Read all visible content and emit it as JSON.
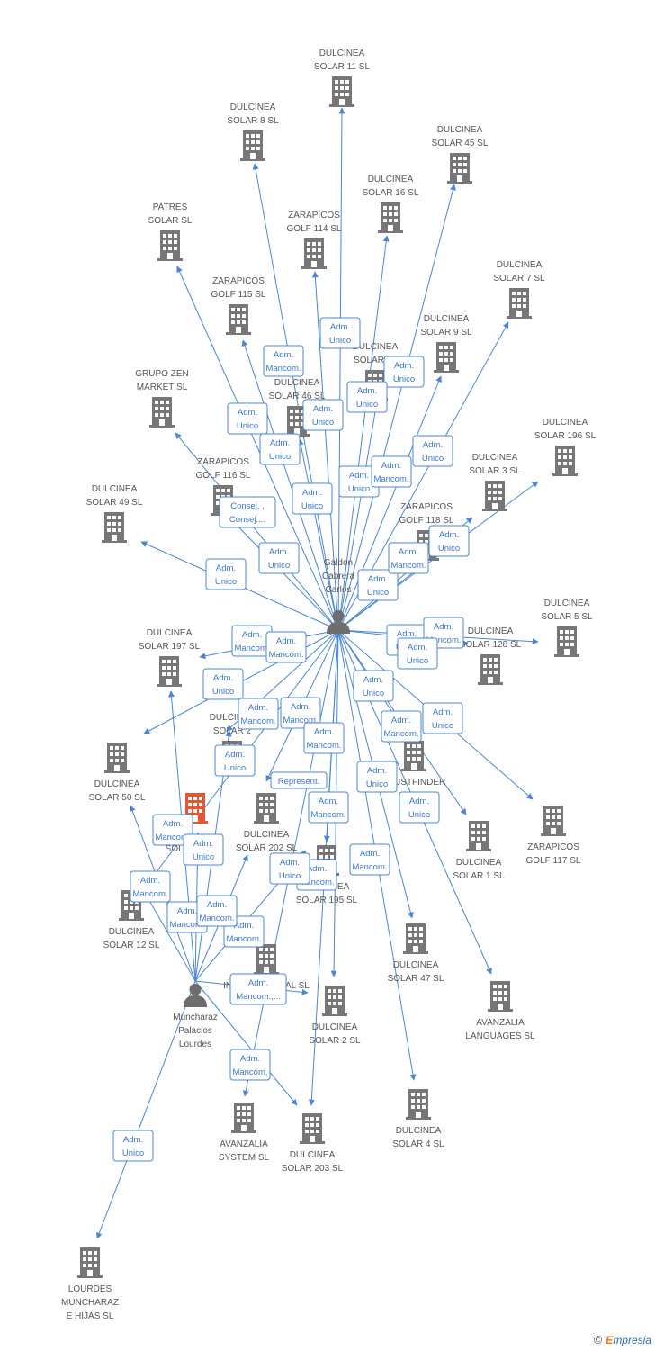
{
  "colors": {
    "edge": "#4a86d4",
    "company": "#777777",
    "focus": "#e8552f",
    "person": "#6e6e6e"
  },
  "people": [
    {
      "id": "galdon",
      "label": [
        "Galdon",
        "Cabrera",
        "Carlos"
      ]
    },
    {
      "id": "muncharaz",
      "label": [
        "Muncharaz",
        "Palacios",
        "Lourdes"
      ]
    }
  ],
  "companies": [
    {
      "id": "c11",
      "label": [
        "DULCINEA",
        "SOLAR 11 SL"
      ]
    },
    {
      "id": "c8",
      "label": [
        "DULCINEA",
        "SOLAR 8 SL"
      ]
    },
    {
      "id": "c45",
      "label": [
        "DULCINEA",
        "SOLAR 45 SL"
      ]
    },
    {
      "id": "c16",
      "label": [
        "DULCINEA",
        "SOLAR 16 SL"
      ]
    },
    {
      "id": "patres",
      "label": [
        "PATRES",
        "SOLAR SL"
      ]
    },
    {
      "id": "z114",
      "label": [
        "ZARAPICOS",
        "GOLF 114 SL"
      ]
    },
    {
      "id": "c7",
      "label": [
        "DULCINEA",
        "SOLAR 7 SL"
      ]
    },
    {
      "id": "z115",
      "label": [
        "ZARAPICOS",
        "GOLF 115 SL"
      ]
    },
    {
      "id": "c9",
      "label": [
        "DULCINEA",
        "SOLAR 9 SL"
      ]
    },
    {
      "id": "c48",
      "label": [
        "DULCINEA",
        "SOLAR 48"
      ]
    },
    {
      "id": "grupozen",
      "label": [
        "GRUPO ZEN",
        "MARKET  SL"
      ]
    },
    {
      "id": "c46",
      "label": [
        "DULCINEA",
        "SOLAR 46 SL"
      ]
    },
    {
      "id": "c196",
      "label": [
        "DULCINEA",
        "SOLAR 196 SL"
      ]
    },
    {
      "id": "c3",
      "label": [
        "DULCINEA",
        "SOLAR 3 SL"
      ]
    },
    {
      "id": "z116",
      "label": [
        "ZARAPICOS",
        "GOLF 116 SL"
      ]
    },
    {
      "id": "c49",
      "label": [
        "DULCINEA",
        "SOLAR 49 SL"
      ]
    },
    {
      "id": "z118",
      "label": [
        "ZARAPICOS",
        "GOLF 118 SL"
      ]
    },
    {
      "id": "c5",
      "label": [
        "DULCINEA",
        "SOLAR 5 SL"
      ]
    },
    {
      "id": "c197",
      "label": [
        "DULCINEA",
        "SOLAR 197 SL"
      ]
    },
    {
      "id": "c128",
      "label": [
        "DULCINEA",
        "SOLAR 128 SL"
      ]
    },
    {
      "id": "c2x",
      "label": [
        "DULCINEA",
        "SOLAR 2"
      ]
    },
    {
      "id": "c50",
      "label": [
        "DULCINEA",
        "SOLAR 50 SL"
      ]
    },
    {
      "id": "trustfinder",
      "label": [
        "TRUSTFINDER",
        "SOLAR"
      ]
    },
    {
      "id": "z117",
      "label": [
        "ZARAPICOS",
        "GOLF 117 SL"
      ]
    },
    {
      "id": "c202",
      "label": [
        "DULCINEA",
        "SOLAR 202 SL"
      ]
    },
    {
      "id": "c1",
      "label": [
        "DULCINEA",
        "SOLAR 1 SL"
      ]
    },
    {
      "id": "c195",
      "label": [
        "DULCINEA",
        "SOLAR 195 SL"
      ]
    },
    {
      "id": "c12",
      "label": [
        "DULCINEA",
        "SOLAR 12 SL"
      ]
    },
    {
      "id": "c47",
      "label": [
        "DULCINEA",
        "SOLAR 47 SL"
      ]
    },
    {
      "id": "internacional",
      "label": [
        "INTERNACIONAL SL"
      ]
    },
    {
      "id": "avlang",
      "label": [
        "AVANZALIA",
        "LANGUAGES SL"
      ]
    },
    {
      "id": "c2",
      "label": [
        "DULCINEA",
        "SOLAR 2 SL"
      ]
    },
    {
      "id": "c4",
      "label": [
        "DULCINEA",
        "SOLAR 4 SL"
      ]
    },
    {
      "id": "avsys",
      "label": [
        "AVANZALIA",
        "SYSTEM SL"
      ]
    },
    {
      "id": "c203",
      "label": [
        "DULCINEA",
        "SOLAR 203 SL"
      ]
    },
    {
      "id": "lourdes",
      "label": [
        "LOURDES",
        "MUNCHARAZ",
        "E HIJAS SL"
      ]
    },
    {
      "id": "focus",
      "label": [
        "SOLA"
      ],
      "focus": true
    }
  ],
  "roles": [
    [
      "Adm.",
      "Unico"
    ],
    [
      "Adm.",
      "Mancom."
    ],
    [
      "Adm.",
      "Unico"
    ],
    [
      "Adm.",
      "Unico"
    ],
    [
      "Adm.",
      "Unico"
    ],
    [
      "Adm.",
      "Unico"
    ],
    [
      "Adm.",
      "Unico"
    ],
    [
      "Adm.",
      "Unico"
    ],
    [
      "Adm.",
      "Unico"
    ],
    [
      "Adm.",
      "Mancom."
    ],
    [
      "Adm.",
      "Unico"
    ],
    [
      "Adm.",
      "Unico"
    ],
    [
      "Consej. ,",
      "Consej...."
    ],
    [
      "Adm.",
      "Unico"
    ],
    [
      "Adm.",
      "Unico"
    ],
    [
      "Adm.",
      "Unico"
    ],
    [
      "Adm.",
      "Mancom."
    ],
    [
      "Adm.",
      "Unico"
    ],
    [
      "Adm.",
      "Mancom."
    ],
    [
      "Adm.",
      "Mancom."
    ],
    [
      "Adm.",
      "Mancom."
    ],
    [
      "Adm.",
      "Unico"
    ],
    [
      "Adm.",
      "Unico"
    ],
    [
      "Adm.",
      "Mancom."
    ],
    [
      "Adm.",
      "Mancom."
    ],
    [
      "Adm.",
      "Mancom."
    ],
    [
      "Adm.",
      "Unico"
    ],
    [
      "Adm.",
      "Mancom."
    ],
    [
      "Adm.",
      "Unico"
    ],
    [
      "Adm.",
      "Unico"
    ],
    [
      "Adm.",
      "Mancom."
    ],
    [
      "Adm.",
      "Unico"
    ],
    [
      "Represent."
    ],
    [
      "Adm.",
      "Mancom."
    ],
    [
      "Adm.",
      "Unico"
    ],
    [
      "Adm.",
      "Mancom."
    ],
    [
      "Adm.",
      "Mancom."
    ],
    [
      "Adm.",
      "Unico"
    ],
    [
      "Adm.",
      "Mancom."
    ],
    [
      "Adm.",
      "Mancom."
    ],
    [
      "Adm.",
      "Mancom."
    ],
    [
      "Adm.",
      "Mancom."
    ],
    [
      "Adm.",
      "Mancom.,..."
    ],
    [
      "Adm.",
      "Mancom."
    ],
    [
      "Adm.",
      "Unico"
    ],
    [
      "Adm.",
      "Unico"
    ]
  ],
  "footer": {
    "copyright": "©",
    "brand_e": "E",
    "brand_rest": "mpresia"
  }
}
